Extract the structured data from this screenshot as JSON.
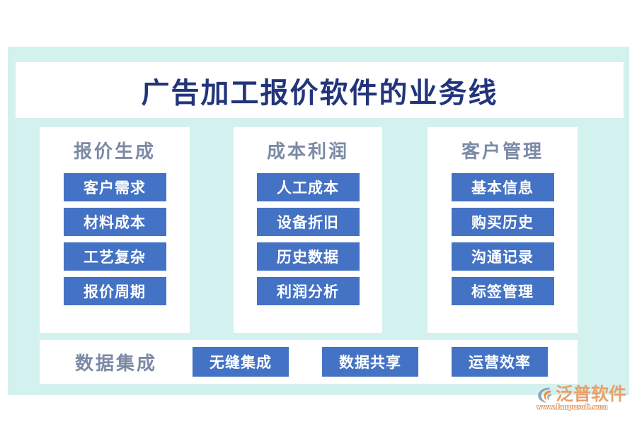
{
  "theme": {
    "page_background": "#ffffff",
    "panel_background": "#d3f1ef",
    "card_background": "#ffffff",
    "accent_blue": "#4472c4",
    "title_color": "#22347a",
    "header_color": "#7b8aa5",
    "logo_orange": "#e8a06a"
  },
  "title": "广告加工报价软件的业务线",
  "columns": [
    {
      "header": "报价生成",
      "items": [
        "客户需求",
        "材料成本",
        "工艺复杂",
        "报价周期"
      ]
    },
    {
      "header": "成本利润",
      "items": [
        "人工成本",
        "设备折旧",
        "历史数据",
        "利润分析"
      ]
    },
    {
      "header": "客户管理",
      "items": [
        "基本信息",
        "购买历史",
        "沟通记录",
        "标签管理"
      ]
    }
  ],
  "bottom": {
    "label": "数据集成",
    "items": [
      "无缝集成",
      "数据共享",
      "运营效率"
    ]
  },
  "logo": {
    "name": "泛普软件",
    "url": "www.fanpusoft.com"
  }
}
